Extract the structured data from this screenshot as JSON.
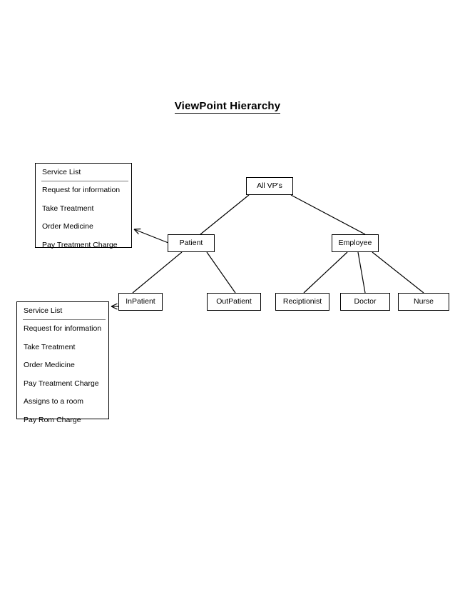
{
  "page": {
    "title": "ViewPoint Hierarchy",
    "background_color": "#ffffff",
    "line_color": "#000000",
    "divider_color": "#7a7a7a"
  },
  "diagram": {
    "type": "hierarchy-tree",
    "root": {
      "id": "all-vps",
      "label": "All VP's"
    },
    "level2": [
      {
        "id": "patient",
        "label": "Patient"
      },
      {
        "id": "employee",
        "label": "Employee"
      }
    ],
    "level3": [
      {
        "id": "inpatient",
        "label": "InPatient",
        "parent": "patient"
      },
      {
        "id": "outpatient",
        "label": "OutPatient",
        "parent": "patient"
      },
      {
        "id": "reciptionist",
        "label": "Reciptionist",
        "parent": "employee"
      },
      {
        "id": "doctor",
        "label": "Doctor",
        "parent": "employee"
      },
      {
        "id": "nurse",
        "label": "Nurse",
        "parent": "employee"
      }
    ],
    "edges": [
      {
        "from": "all-vps",
        "to": "patient"
      },
      {
        "from": "all-vps",
        "to": "employee"
      },
      {
        "from": "patient",
        "to": "inpatient"
      },
      {
        "from": "patient",
        "to": "outpatient"
      },
      {
        "from": "employee",
        "to": "reciptionist"
      },
      {
        "from": "employee",
        "to": "doctor"
      },
      {
        "from": "employee",
        "to": "nurse"
      }
    ],
    "annotation_arrows": [
      {
        "from": "patient",
        "to": "patient-service-list"
      },
      {
        "from": "inpatient",
        "to": "inpatient-service-list"
      }
    ]
  },
  "patient_service_list": {
    "header": "Service List",
    "items": [
      "Request for information",
      "Take Treatment",
      "Order Medicine",
      "Pay Treatment Charge"
    ]
  },
  "inpatient_service_list": {
    "header": "Service List",
    "items": [
      "Request for information",
      "Take Treatment",
      "Order Medicine",
      "Pay Treatment Charge",
      "Assigns to a room",
      "Pay Rom Charge"
    ]
  }
}
